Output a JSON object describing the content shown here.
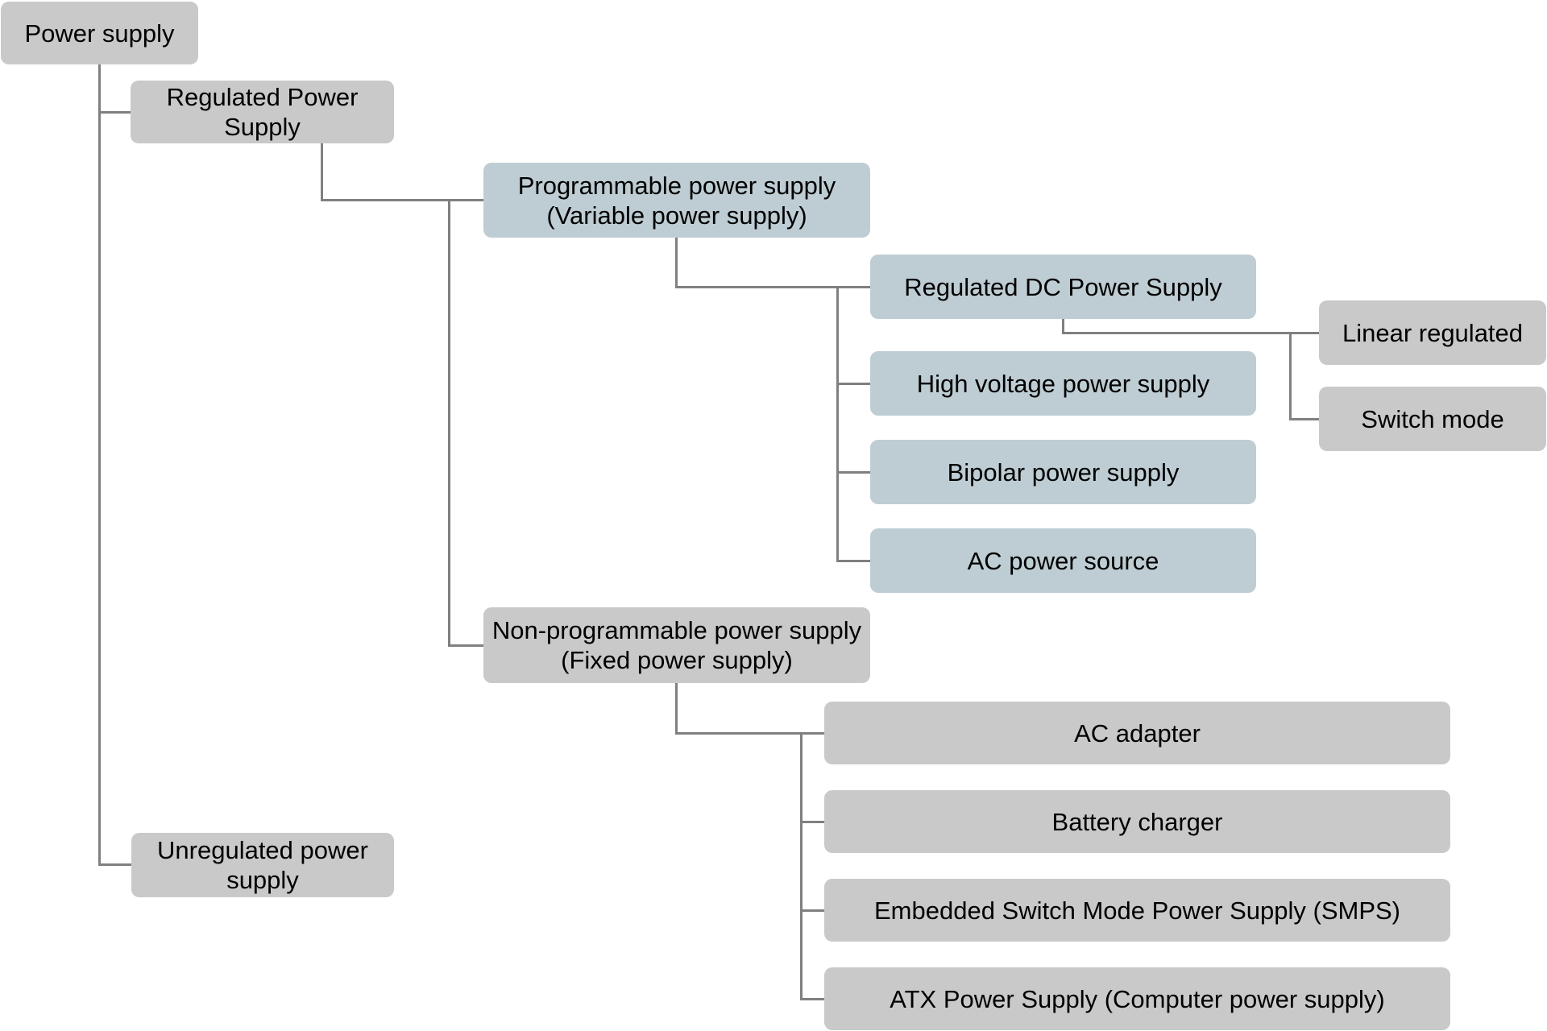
{
  "colors": {
    "gray_box": "#c9c9c9",
    "blue_box": "#becdd3",
    "connector": "#808080",
    "text": "#000000",
    "background": "#ffffff"
  },
  "nodes": {
    "power_supply": {
      "label": "Power supply",
      "style": "gray"
    },
    "regulated_power_supply": {
      "label": "Regulated Power Supply",
      "style": "gray"
    },
    "programmable_power_supply": {
      "label": "Programmable power supply\n(Variable power supply)",
      "style": "blue"
    },
    "regulated_dc_power_supply": {
      "label": "Regulated DC Power Supply",
      "style": "blue"
    },
    "high_voltage_power_supply": {
      "label": "High voltage power supply",
      "style": "blue"
    },
    "bipolar_power_supply": {
      "label": "Bipolar power supply",
      "style": "blue"
    },
    "ac_power_source": {
      "label": "AC power source",
      "style": "blue"
    },
    "linear_regulated": {
      "label": "Linear regulated",
      "style": "gray"
    },
    "switch_mode": {
      "label": "Switch mode",
      "style": "gray"
    },
    "non_programmable_power_supply": {
      "label": "Non-programmable power supply\n(Fixed power supply)",
      "style": "gray"
    },
    "ac_adapter": {
      "label": "AC adapter",
      "style": "gray"
    },
    "battery_charger": {
      "label": "Battery charger",
      "style": "gray"
    },
    "embedded_smps": {
      "label": "Embedded Switch Mode Power Supply (SMPS)",
      "style": "gray"
    },
    "atx_power_supply": {
      "label": "ATX Power Supply (Computer power supply)",
      "style": "gray"
    },
    "unregulated_power_supply": {
      "label": "Unregulated power supply",
      "style": "gray"
    }
  },
  "hierarchy": {
    "root": "power_supply",
    "children": {
      "power_supply": [
        "regulated_power_supply",
        "unregulated_power_supply"
      ],
      "regulated_power_supply": [
        "programmable_power_supply",
        "non_programmable_power_supply"
      ],
      "programmable_power_supply": [
        "regulated_dc_power_supply",
        "high_voltage_power_supply",
        "bipolar_power_supply",
        "ac_power_source"
      ],
      "regulated_dc_power_supply": [
        "linear_regulated",
        "switch_mode"
      ],
      "non_programmable_power_supply": [
        "ac_adapter",
        "battery_charger",
        "embedded_smps",
        "atx_power_supply"
      ]
    }
  }
}
